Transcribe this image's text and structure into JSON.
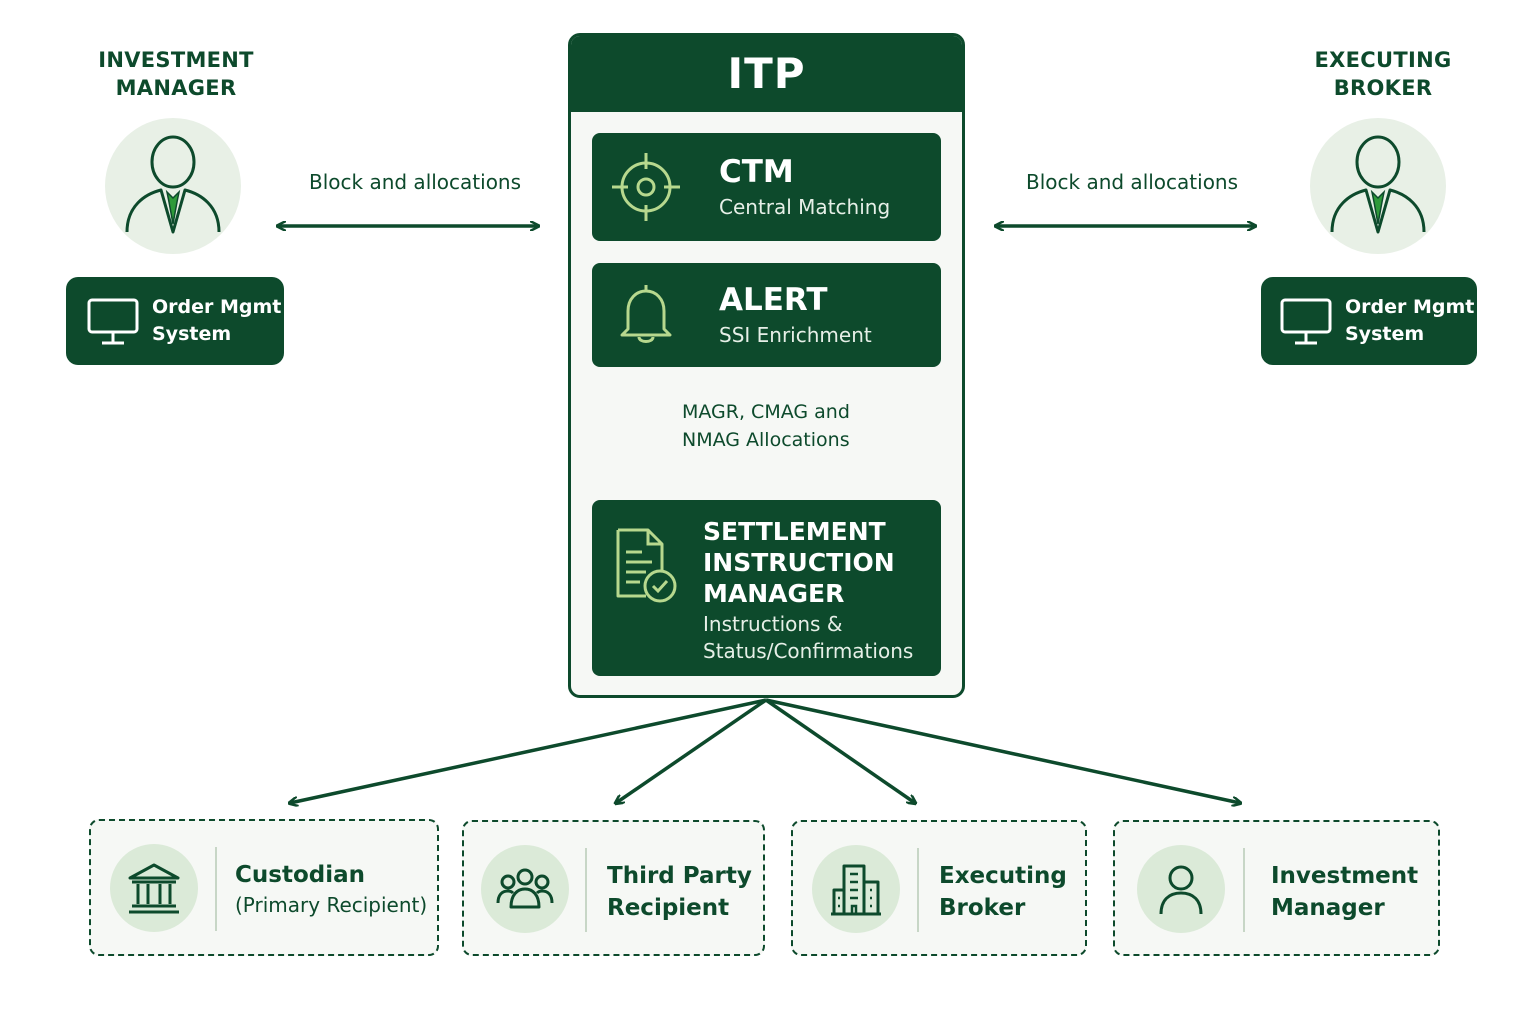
{
  "left_actor": {
    "title_line1": "INVESTMENT",
    "title_line2": "MANAGER",
    "icon": "person-with-tie-icon",
    "oms": {
      "icon": "monitor-icon",
      "line1": "Order Mgmt",
      "line2": "System"
    }
  },
  "right_actor": {
    "title_line1": "EXECUTING",
    "title_line2": "BROKER",
    "icon": "person-with-tie-icon",
    "oms": {
      "icon": "monitor-icon",
      "line1": "Order Mgmt",
      "line2": "System"
    }
  },
  "edges": {
    "left_label": "Block and allocations",
    "right_label": "Block and allocations",
    "internal_label_line1": "MAGR, CMAG and",
    "internal_label_line2": "NMAG Allocations"
  },
  "itp": {
    "title": "ITP",
    "modules": [
      {
        "icon": "crosshair-icon",
        "title": "CTM",
        "subtitle": "Central Matching"
      },
      {
        "icon": "bell-icon",
        "title": "ALERT",
        "subtitle": "SSI Enrichment"
      }
    ],
    "sim": {
      "icon": "document-check-icon",
      "title_line1": "SETTLEMENT",
      "title_line2": "INSTRUCTION",
      "title_line3": "MANAGER",
      "sub_line1": "Instructions &",
      "sub_line2": "Status/Confirmations"
    }
  },
  "recipients": [
    {
      "icon": "bank-icon",
      "name": "Custodian",
      "sub": "(Primary Recipient)"
    },
    {
      "icon": "group-icon",
      "name_line1": "Third Party",
      "name_line2": "Recipient"
    },
    {
      "icon": "building-icon",
      "name_line1": "Executing",
      "name_line2": "Broker"
    },
    {
      "icon": "person-icon",
      "name_line1": "Investment",
      "name_line2": "Manager"
    }
  ],
  "colors": {
    "primary": "#0d4a2c",
    "accent_green": "#6bb04a",
    "light_panel": "#f6f8f5",
    "icon_circle": "#dbead8"
  }
}
